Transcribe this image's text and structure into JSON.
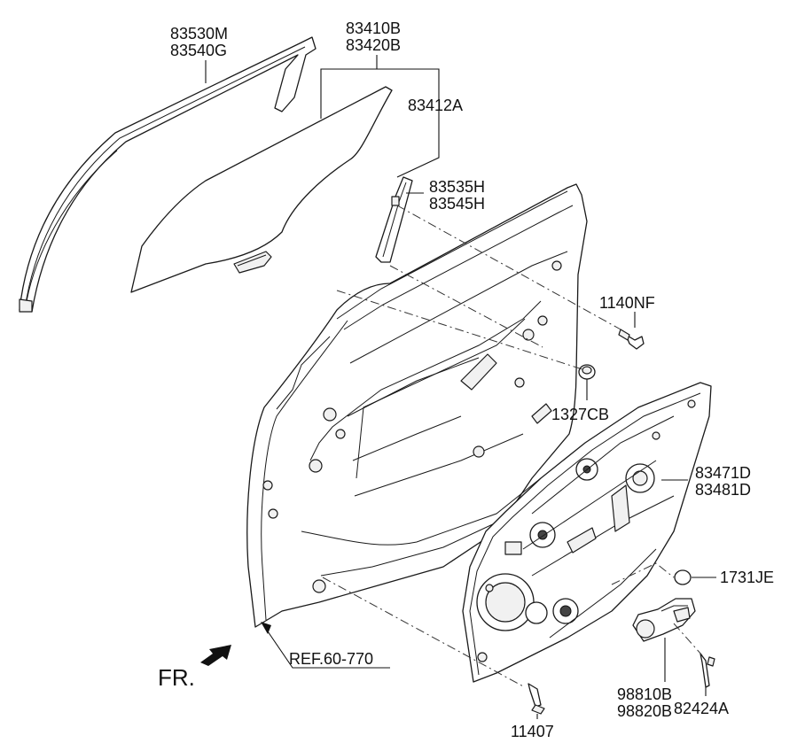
{
  "labels": {
    "p83530M": "83530M",
    "p83540G": "83540G",
    "p83410B": "83410B",
    "p83420B": "83420B",
    "p83412A": "83412A",
    "p83535H": "83535H",
    "p83545H": "83545H",
    "p1140NF": "1140NF",
    "p1327CB": "1327CB",
    "p83471D": "83471D",
    "p83481D": "83481D",
    "p1731JE": "1731JE",
    "p98810B": "98810B",
    "p98820B": "98820B",
    "p82424A": "82424A",
    "p11407": "11407",
    "ref": "REF.60-770",
    "front": "FR."
  },
  "icons": {
    "front_arrow": "arrow-down-left-icon"
  }
}
